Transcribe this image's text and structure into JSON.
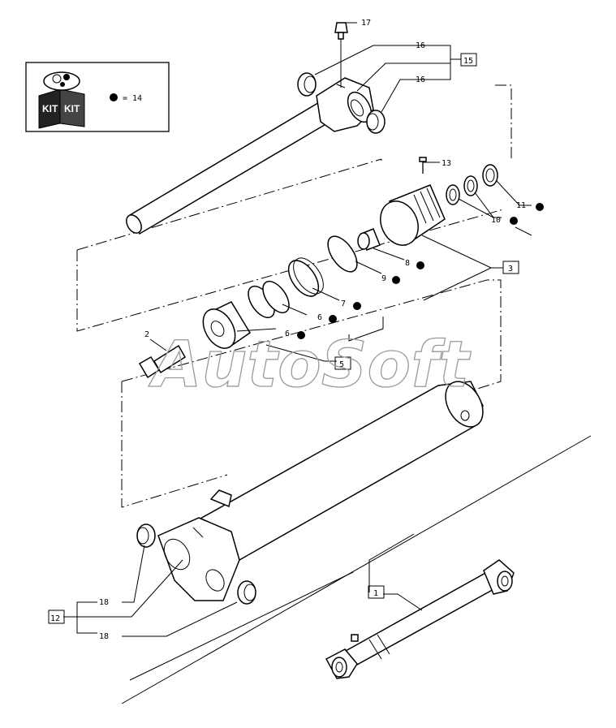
{
  "watermark": "AutoSoft",
  "legend": {
    "kit_label": "KIT",
    "equals_text": "= 14"
  },
  "callouts": [
    {
      "id": "c17",
      "text": "17"
    },
    {
      "id": "c16a",
      "text": "16"
    },
    {
      "id": "c16b",
      "text": "16"
    },
    {
      "id": "c15",
      "text": "15"
    },
    {
      "id": "c13",
      "text": "13"
    },
    {
      "id": "c11",
      "text": "11"
    },
    {
      "id": "c10",
      "text": "10"
    },
    {
      "id": "c3",
      "text": "3"
    },
    {
      "id": "c8",
      "text": "8"
    },
    {
      "id": "c9",
      "text": "9"
    },
    {
      "id": "c7",
      "text": "7"
    },
    {
      "id": "c6a",
      "text": "6"
    },
    {
      "id": "c6b",
      "text": "6"
    },
    {
      "id": "c5",
      "text": "5"
    },
    {
      "id": "c2",
      "text": "2"
    },
    {
      "id": "c12",
      "text": "12"
    },
    {
      "id": "c18a",
      "text": "18"
    },
    {
      "id": "c18b",
      "text": "18"
    },
    {
      "id": "c1",
      "text": "1"
    }
  ]
}
